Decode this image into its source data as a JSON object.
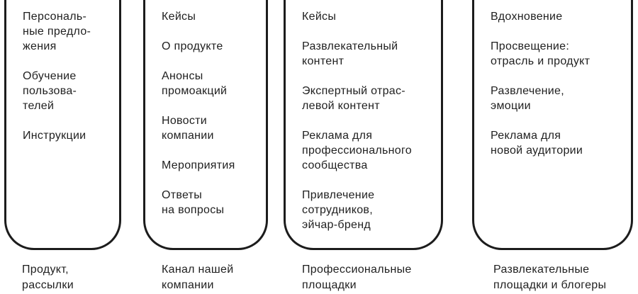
{
  "diagram": {
    "background_color": "#ffffff",
    "stroke_color": "#1c1c1c",
    "text_color": "#1f1f1f",
    "columns": [
      {
        "caption": "Продукт,\nрассылки",
        "items": [
          "Персональ-\nные предло-\nжения",
          "Обучение\nпользова-\nтелей",
          "Инструкции"
        ]
      },
      {
        "caption": "Канал нашей\nкомпании",
        "items": [
          "Кейсы",
          "О продукте",
          "Анонсы\nпромоакций",
          "Новости\nкомпании",
          "Мероприятия",
          "Ответы\nна вопросы"
        ]
      },
      {
        "caption": "Профессиональные\nплощадки",
        "items": [
          "Кейсы",
          "Развлекательный\nконтент",
          "Экспертный отрас-\nлевой контент",
          "Реклама для\nпрофессионального\nсообщества",
          "Привлечение\nсотрудников,\nэйчар-бренд"
        ]
      },
      {
        "caption": "Развлекательные\nплощадки и блогеры",
        "items": [
          "Вдохновение",
          "Просвещение:\nотрасль и продукт",
          "Развлечение,\nэмоции",
          "Реклама для\nновой аудитории"
        ]
      }
    ]
  }
}
